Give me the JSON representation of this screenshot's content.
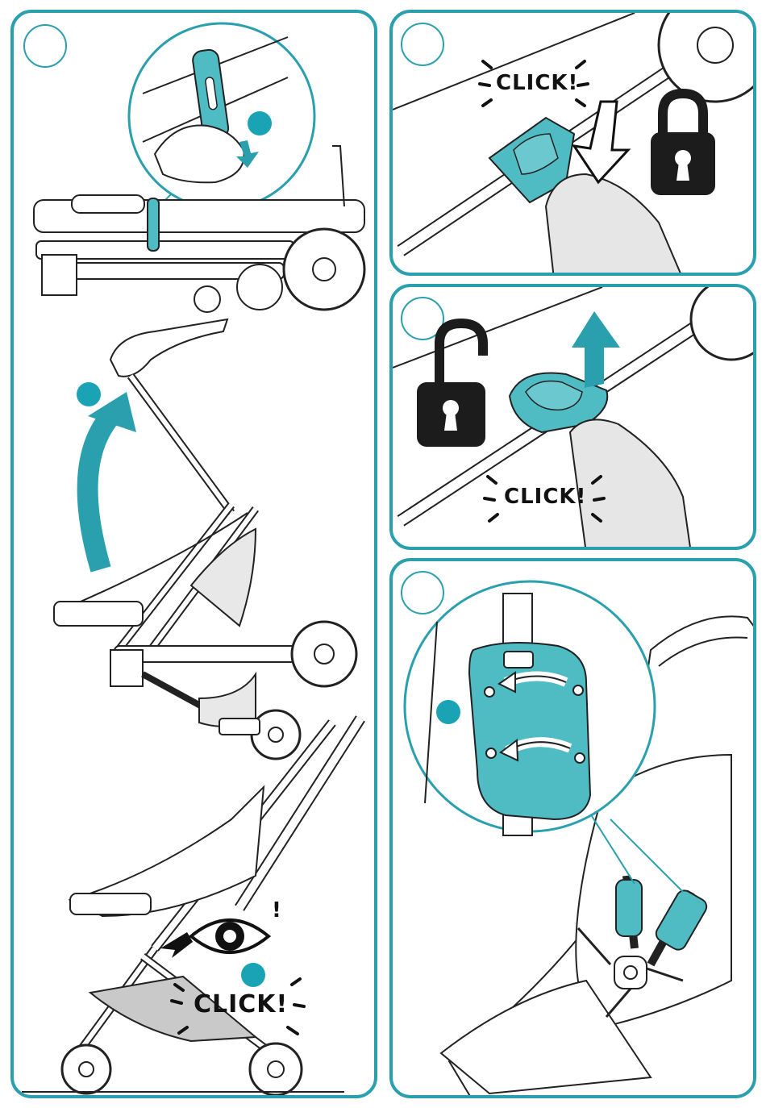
{
  "colors": {
    "accent": "#2aa0ae",
    "teal_fill": "#4fbcc4",
    "dot": "#1aa3b5",
    "line": "#222222",
    "lock": "#1c1c1c",
    "fabric_gray": "#d0d0d0"
  },
  "panel1": {
    "click_text": "CLICK!",
    "warning_mark": "!",
    "icons": [
      "eye-icon",
      "arrow-up-curved-icon",
      "arrow-down-icon"
    ]
  },
  "panel2": {
    "click_text": "CLICK!",
    "icons": [
      "lock-closed-icon",
      "arrow-down-icon"
    ]
  },
  "panel3": {
    "click_text": "CLICK!",
    "icons": [
      "lock-open-icon",
      "arrow-up-icon"
    ]
  },
  "panel4": {
    "icons": [
      "strap-pad-icon",
      "curved-arrow-icon"
    ]
  }
}
